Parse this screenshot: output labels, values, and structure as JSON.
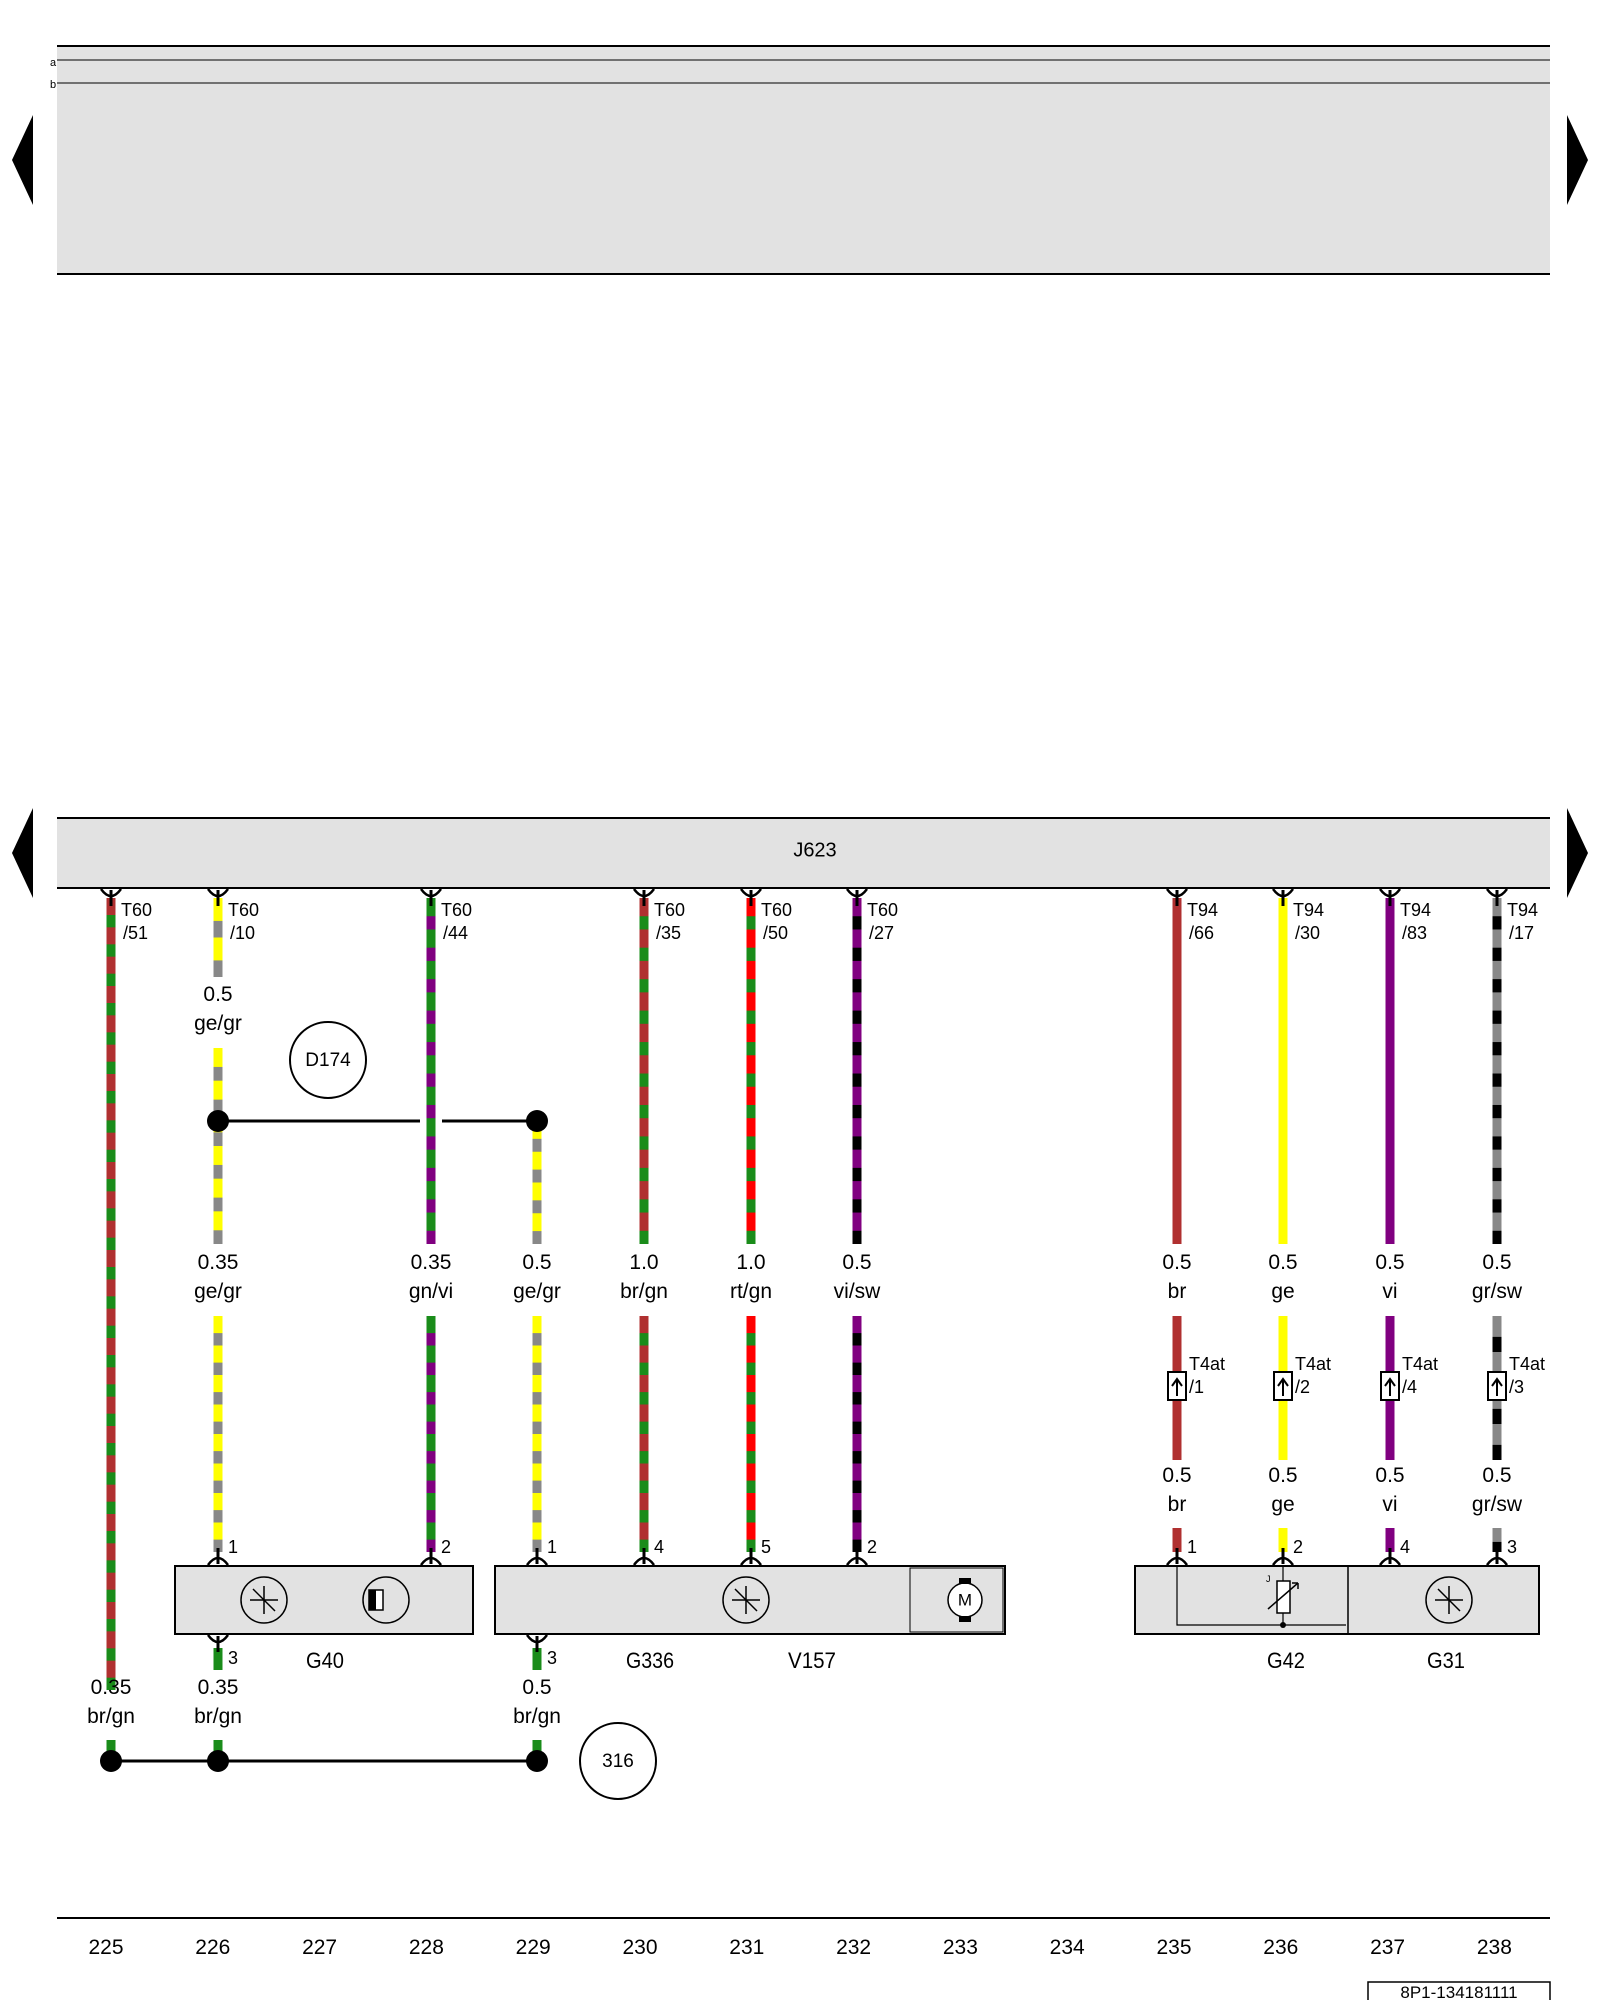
{
  "top_band": {
    "row_a": "a",
    "row_b": "b"
  },
  "control_unit": {
    "label": "J623"
  },
  "wires": [
    {
      "conn": "T60",
      "pin": "/51",
      "upper": null,
      "lower": {
        "gauge": "0.35",
        "color": "br/gn"
      },
      "c1": "#b03030",
      "c2": "#1a8c1a"
    },
    {
      "conn": "T60",
      "pin": "/10",
      "upper": {
        "gauge": "0.5",
        "color": "ge/gr"
      },
      "lower": {
        "gauge": "0.35",
        "color": "ge/gr"
      },
      "c1": "#ffff00",
      "c2": "#888888"
    },
    {
      "conn": "T60",
      "pin": "/44",
      "upper": null,
      "lower": {
        "gauge": "0.35",
        "color": "gn/vi"
      },
      "c1": "#1a8c1a",
      "c2": "#800080"
    },
    {
      "conn": "",
      "pin": "",
      "upper": null,
      "lower": {
        "gauge": "0.5",
        "color": "ge/gr"
      },
      "c1": "#ffff00",
      "c2": "#888888"
    },
    {
      "conn": "T60",
      "pin": "/35",
      "upper": null,
      "lower": {
        "gauge": "1.0",
        "color": "br/gn"
      },
      "c1": "#b03030",
      "c2": "#1a8c1a"
    },
    {
      "conn": "T60",
      "pin": "/50",
      "upper": null,
      "lower": {
        "gauge": "1.0",
        "color": "rt/gn"
      },
      "c1": "#ff0000",
      "c2": "#1a8c1a"
    },
    {
      "conn": "T60",
      "pin": "/27",
      "upper": null,
      "lower": {
        "gauge": "0.5",
        "color": "vi/sw"
      },
      "c1": "#800080",
      "c2": "#000000"
    },
    {
      "conn": "T94",
      "pin": "/66",
      "upper": null,
      "lower": {
        "gauge": "0.5",
        "color": "br"
      },
      "c1": "#b03030",
      "c2": "#b03030"
    },
    {
      "conn": "T94",
      "pin": "/30",
      "upper": null,
      "lower": {
        "gauge": "0.5",
        "color": "ge"
      },
      "c1": "#ffff00",
      "c2": "#ffff00"
    },
    {
      "conn": "T94",
      "pin": "/83",
      "upper": null,
      "lower": {
        "gauge": "0.5",
        "color": "vi"
      },
      "c1": "#800080",
      "c2": "#800080"
    },
    {
      "conn": "T94",
      "pin": "/17",
      "upper": null,
      "lower": {
        "gauge": "0.5",
        "color": "gr/sw"
      },
      "c1": "#888888",
      "c2": "#000000"
    }
  ],
  "t4at": {
    "conn": "T4at",
    "items": [
      {
        "pin": "/1",
        "gauge": "0.5",
        "color": "br"
      },
      {
        "pin": "/2",
        "gauge": "0.5",
        "color": "ge"
      },
      {
        "pin": "/4",
        "gauge": "0.5",
        "color": "vi"
      },
      {
        "pin": "/3",
        "gauge": "0.5",
        "color": "gr/sw"
      }
    ]
  },
  "component_pins": [
    "1",
    "2",
    "1",
    "4",
    "5",
    "2",
    "1",
    "2",
    "4",
    "3"
  ],
  "bottom_pins": [
    "3",
    "3"
  ],
  "bottom_wires": [
    {
      "gauge": "0.35",
      "color": "br/gn"
    },
    {
      "gauge": "0.35",
      "color": "br/gn"
    },
    {
      "gauge": "0.5",
      "color": "br/gn"
    }
  ],
  "components": {
    "g40": "G40",
    "g336": "G336",
    "v157": "V157",
    "g42": "G42",
    "g31": "G31"
  },
  "motor_symbol": "M",
  "sensor_j_label": "J",
  "reference_circles": {
    "d174": "D174",
    "c316": "316"
  },
  "column_numbers": [
    "225",
    "226",
    "227",
    "228",
    "229",
    "230",
    "231",
    "232",
    "233",
    "234",
    "235",
    "236",
    "237",
    "238"
  ],
  "document_code": "8P1-134181111",
  "colors": {
    "panel_fill": "#e2e2e2",
    "line": "#000000"
  }
}
